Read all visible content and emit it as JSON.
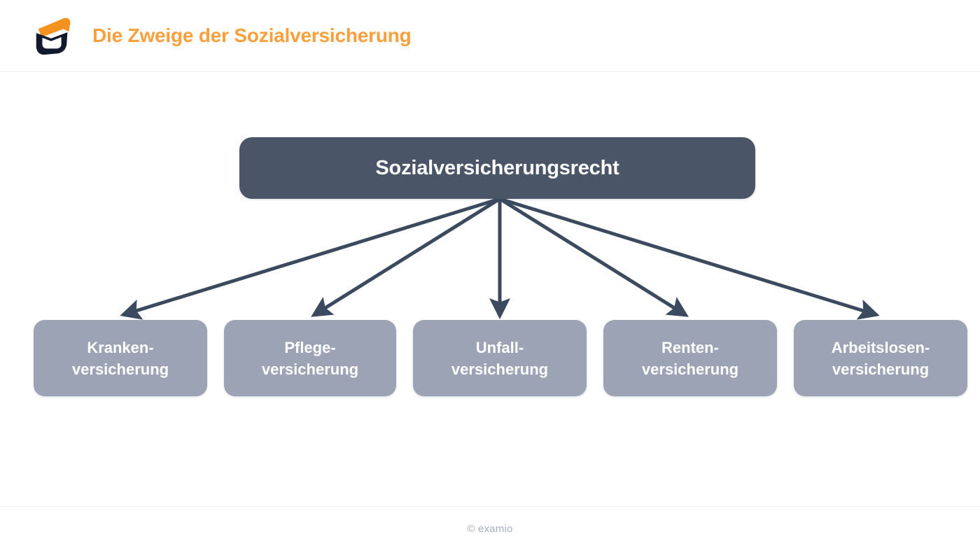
{
  "header": {
    "title": "Die Zweige der Sozialversicherung",
    "logo_name": "examio-logo",
    "title_color": "#F9A03C",
    "logo_colors": {
      "top": "#F5911E",
      "bottom": "#141A2E"
    }
  },
  "diagram": {
    "root": {
      "label": "Sozialversicherungsrecht",
      "fill": "#4A5568",
      "text_color": "#FFFFFF"
    },
    "children": [
      {
        "line1": "Kranken-",
        "line2": "versicherung",
        "fill": "#9CA3B4",
        "text_color": "#FFFFFF"
      },
      {
        "line1": "Pflege-",
        "line2": "versicherung",
        "fill": "#9CA3B4",
        "text_color": "#FFFFFF"
      },
      {
        "line1": "Unfall-",
        "line2": "versicherung",
        "fill": "#9CA3B4",
        "text_color": "#FFFFFF"
      },
      {
        "line1": "Renten-",
        "line2": "versicherung",
        "fill": "#9CA3B4",
        "text_color": "#FFFFFF"
      },
      {
        "line1": "Arbeitslosen-",
        "line2": "versicherung",
        "fill": "#9CA3B4",
        "text_color": "#FFFFFF"
      }
    ],
    "edge_color": "#3C4A5F",
    "edge_count": 5
  },
  "footer": {
    "copyright": "© examio",
    "text_color": "#A7AEBE"
  }
}
